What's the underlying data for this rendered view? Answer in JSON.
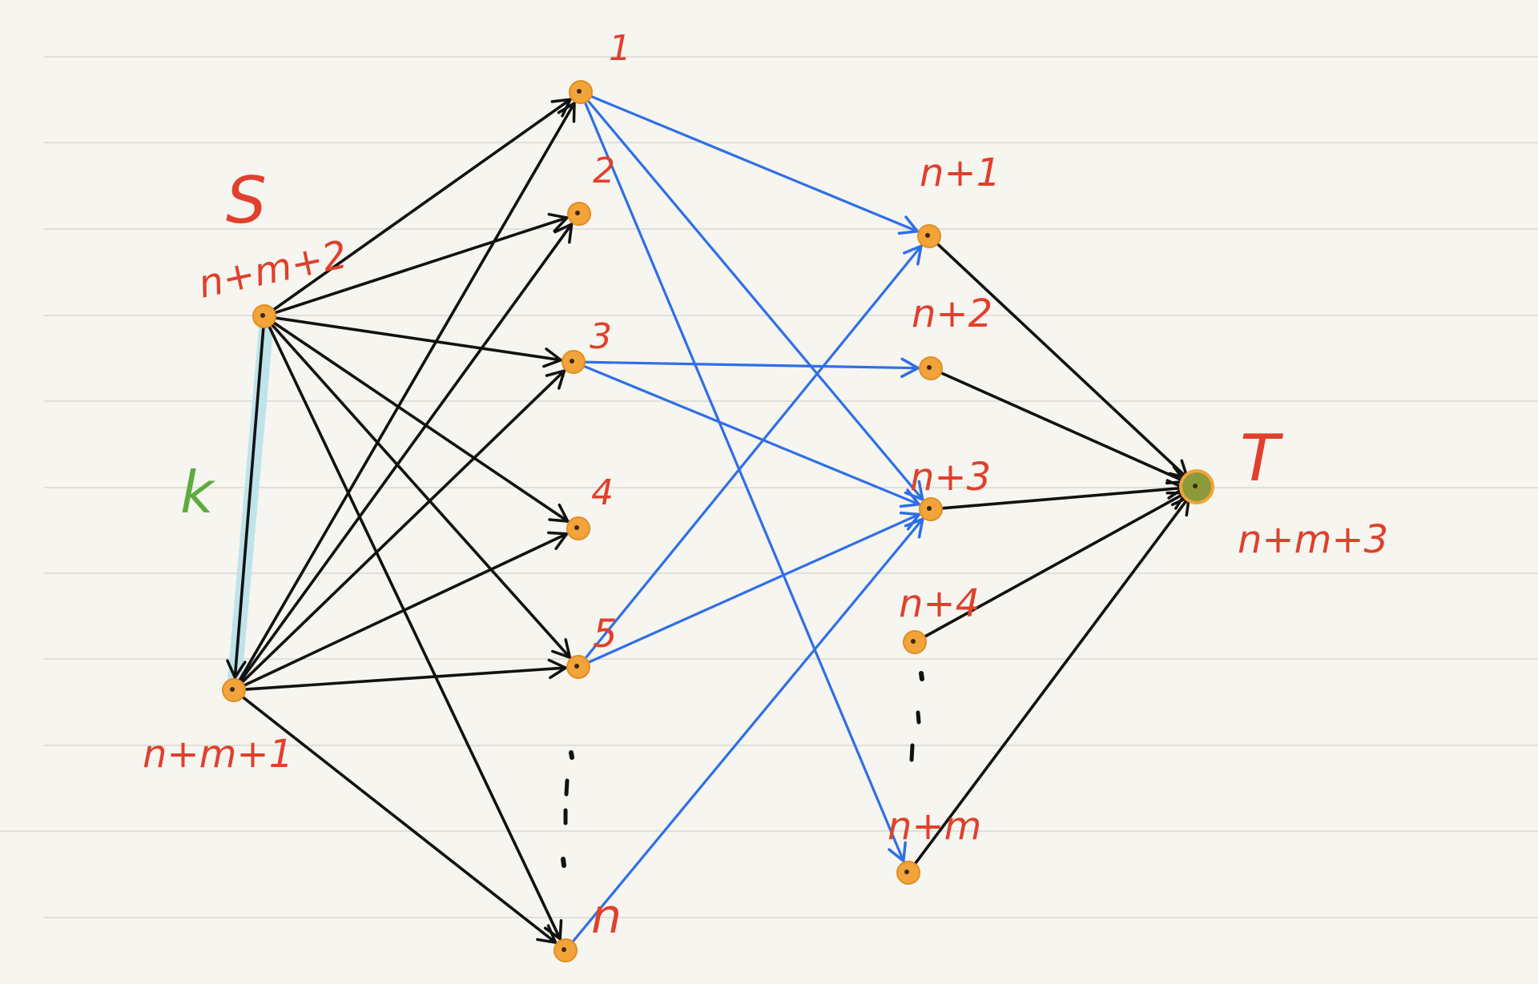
{
  "diagram": {
    "colors": {
      "paper": "#f6f5f0",
      "rule_line": "#d9d8d3",
      "node_fill": "#f2a43a",
      "sink_fill": "#8c9a3c",
      "label_red": "#e0402c",
      "label_green": "#5cab3f",
      "edge_black": "#111111",
      "edge_blue": "#2f6fe6",
      "highlight": "#bfe3ea"
    },
    "labels": {
      "source_letter": "S",
      "source_index": "n+m+2",
      "aux_index": "n+m+1",
      "capacity": "k",
      "sink_letter": "T",
      "sink_index": "n+m+3",
      "left": [
        "1",
        "2",
        "3",
        "4",
        "5",
        "n"
      ],
      "right": [
        "n+1",
        "n+2",
        "n+3",
        "n+4",
        "n+m"
      ]
    },
    "nodes": [
      {
        "id": "S",
        "kind": "source"
      },
      {
        "id": "A",
        "kind": "aux"
      },
      {
        "id": "L1",
        "kind": "left"
      },
      {
        "id": "L2",
        "kind": "left"
      },
      {
        "id": "L3",
        "kind": "left"
      },
      {
        "id": "L4",
        "kind": "left"
      },
      {
        "id": "L5",
        "kind": "left"
      },
      {
        "id": "Ln",
        "kind": "left"
      },
      {
        "id": "R1",
        "kind": "right"
      },
      {
        "id": "R2",
        "kind": "right"
      },
      {
        "id": "R3",
        "kind": "right"
      },
      {
        "id": "R4",
        "kind": "right"
      },
      {
        "id": "Rm",
        "kind": "right"
      },
      {
        "id": "T",
        "kind": "sink"
      }
    ],
    "edges": [
      {
        "from": "S",
        "to": "A",
        "color": "black",
        "capacity": "k"
      },
      {
        "from": "S",
        "to": "L1",
        "color": "black"
      },
      {
        "from": "S",
        "to": "L2",
        "color": "black"
      },
      {
        "from": "S",
        "to": "L3",
        "color": "black"
      },
      {
        "from": "S",
        "to": "L4",
        "color": "black"
      },
      {
        "from": "S",
        "to": "L5",
        "color": "black"
      },
      {
        "from": "S",
        "to": "Ln",
        "color": "black"
      },
      {
        "from": "A",
        "to": "L1",
        "color": "black"
      },
      {
        "from": "A",
        "to": "L2",
        "color": "black"
      },
      {
        "from": "A",
        "to": "L3",
        "color": "black"
      },
      {
        "from": "A",
        "to": "L4",
        "color": "black"
      },
      {
        "from": "A",
        "to": "L5",
        "color": "black"
      },
      {
        "from": "A",
        "to": "Ln",
        "color": "black"
      },
      {
        "from": "L1",
        "to": "R1",
        "color": "blue"
      },
      {
        "from": "L1",
        "to": "R3",
        "color": "blue"
      },
      {
        "from": "L1",
        "to": "Rm",
        "color": "blue"
      },
      {
        "from": "L3",
        "to": "R2",
        "color": "blue"
      },
      {
        "from": "L3",
        "to": "R3",
        "color": "blue"
      },
      {
        "from": "L5",
        "to": "R1",
        "color": "blue"
      },
      {
        "from": "L5",
        "to": "R3",
        "color": "blue"
      },
      {
        "from": "Ln",
        "to": "R3",
        "color": "blue"
      },
      {
        "from": "R1",
        "to": "T",
        "color": "black"
      },
      {
        "from": "R2",
        "to": "T",
        "color": "black"
      },
      {
        "from": "R3",
        "to": "T",
        "color": "black"
      },
      {
        "from": "R4",
        "to": "T",
        "color": "black"
      },
      {
        "from": "Rm",
        "to": "T",
        "color": "black"
      }
    ]
  }
}
